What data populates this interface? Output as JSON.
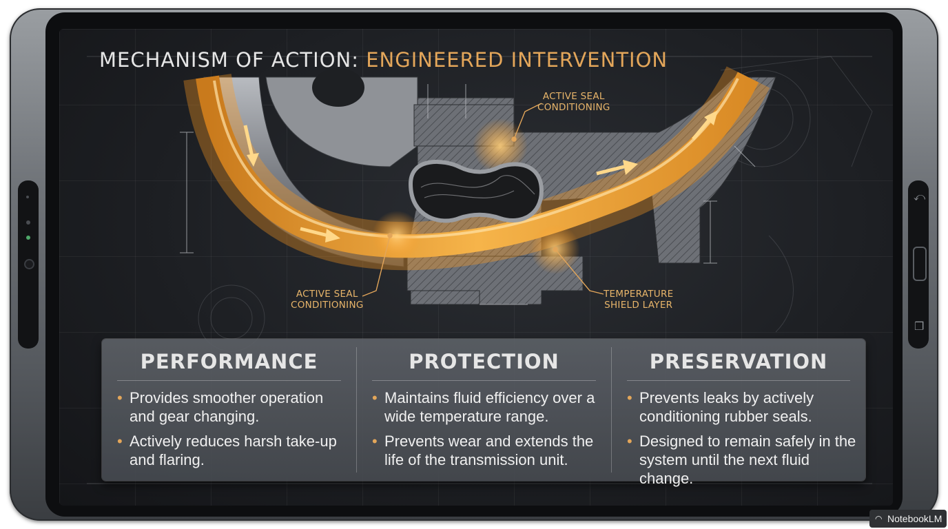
{
  "slide": {
    "title_prefix": "MECHANISM OF ACTION:",
    "title_accent": "ENGINEERED INTERVENTION"
  },
  "diagram": {
    "callouts": [
      {
        "id": "seal-top",
        "lines": [
          "ACTIVE SEAL",
          "CONDITIONING"
        ]
      },
      {
        "id": "seal-bottom",
        "lines": [
          "ACTIVE SEAL",
          "CONDITIONING"
        ]
      },
      {
        "id": "temp-shield",
        "lines": [
          "TEMPERATURE",
          "SHIELD LAYER"
        ]
      }
    ]
  },
  "panels": [
    {
      "heading": "PERFORMANCE",
      "bullets": [
        "Provides smoother operation and gear changing.",
        "Actively reduces harsh take-up and flaring."
      ]
    },
    {
      "heading": "PROTECTION",
      "bullets": [
        "Maintains fluid efficiency over a wide temperature range.",
        "Prevents wear and extends the life of the transmission unit."
      ]
    },
    {
      "heading": "PRESERVATION",
      "bullets": [
        "Prevents leaks by actively conditioning rubber seals.",
        "Designed to remain safely in the system until the next fluid change."
      ]
    }
  ],
  "colors": {
    "accent": "#e3a65a",
    "glow": "#f0a030",
    "steel": "#8a8d92"
  },
  "device": {
    "icons": [
      "back-icon",
      "home-button",
      "recents-icon"
    ]
  },
  "watermark": {
    "label": "NotebookLM",
    "icon": "notebooklm-logo-icon"
  }
}
